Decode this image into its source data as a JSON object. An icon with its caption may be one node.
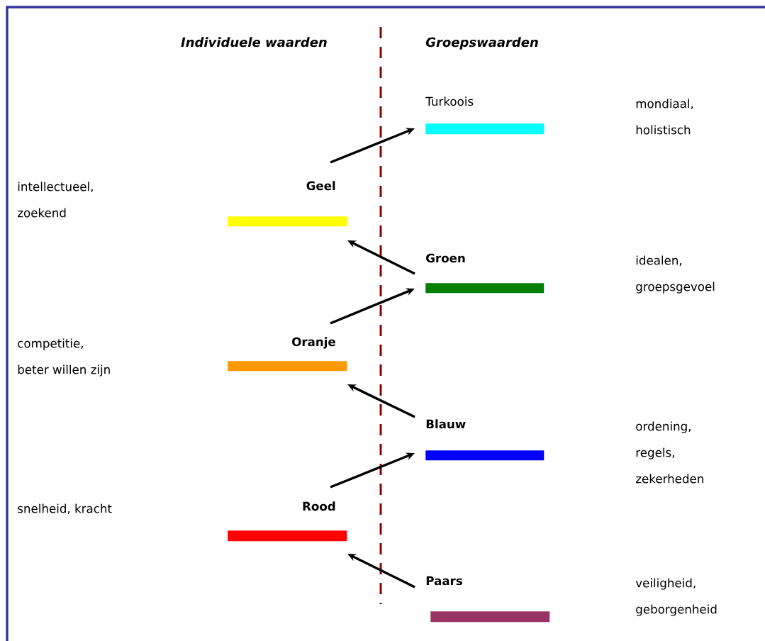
{
  "diagram": {
    "nodes": [
      {
        "text": [
          "Turkoois"
        ]
      },
      {
        "text": [
          "Geel"
        ]
      },
      {
        "text": [
          "Groen"
        ]
      },
      {
        "text": [
          "Oranje"
        ]
      },
      {
        "text": [
          "Blauw"
        ]
      },
      {
        "text": [
          "Rood"
        ]
      },
      {
        "text": [
          "Paars"
        ]
      }
    ],
    "edges": [
      {
        "from": 1,
        "to": 0,
        "arrow": "to"
      },
      {
        "from": 2,
        "to": 1,
        "arrow": "to"
      },
      {
        "from": 3,
        "to": 2,
        "arrow": "to"
      },
      {
        "from": 4,
        "to": 3,
        "arrow": "to"
      },
      {
        "from": 5,
        "to": 4,
        "arrow": "to"
      },
      {
        "from": 6,
        "to": 5,
        "arrow": "to"
      }
    ],
    "labels": [
      "Individuele waarden",
      "Groepswaarden",
      "mondiaal, holistisch",
      "intellectueel, zoekend",
      "idealen, groepsgevoel",
      "competitie, beter willen zijn",
      "ordening, regels, zekerheden",
      "snelheid, kracht",
      "veiligheid, geborgenheid"
    ]
  }
}
